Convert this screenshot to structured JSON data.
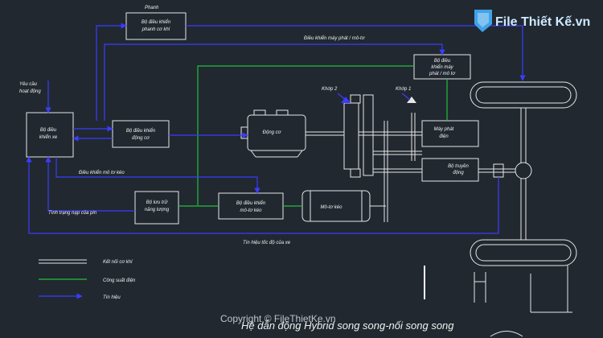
{
  "blocks": {
    "brake": [
      "Bộ điều khiển",
      "phanh cơ khí"
    ],
    "ecu": [
      "Bộ điều",
      "khiển xe"
    ],
    "engine_ctrl": [
      "Bộ điều khiển",
      "động cơ"
    ],
    "engine": "Động cơ",
    "gen_ctrl": [
      "Bộ điều",
      "khiển máy",
      "phát / mô tơ"
    ],
    "generator": [
      "Máy phát",
      "điện"
    ],
    "transmission": [
      "Bộ truyền",
      "động"
    ],
    "storage": [
      "Bộ lưu trữ",
      "năng lượng"
    ],
    "motor_ctrl": [
      "Bộ điều khiển",
      "mô-tơ kéo"
    ],
    "motor": "Mô-tơ kéo"
  },
  "labels": {
    "phanh": "Phanh",
    "yeu_cau": [
      "Yêu cầu",
      "hoạt động"
    ],
    "ctrl_gen_line": "Điều khiển máy phát / mô-tơ",
    "ctrl_motor_line": "Điều khiển mô tơ kéo",
    "battery_state": "Tình trạng nạp của pin",
    "speed_signal": "Tín hiệu tốc độ của xe",
    "clutch2": "Khớp 2",
    "clutch1": "Khớp 1"
  },
  "legend": {
    "mech": "Kết nối cơ khí",
    "power": "Công suất điện",
    "signal": "Tín hiệu"
  },
  "caption": "Hệ dẫn động Hybrid song song-nối song song",
  "watermark": {
    "logo": "File Thiết Kế.vn",
    "copyright": "Copyright © FileThietKe.vn"
  },
  "colors": {
    "background": "#212830",
    "signal": "#3a3cff",
    "power": "#22c03a",
    "mechanical": "#e6e6e6"
  }
}
